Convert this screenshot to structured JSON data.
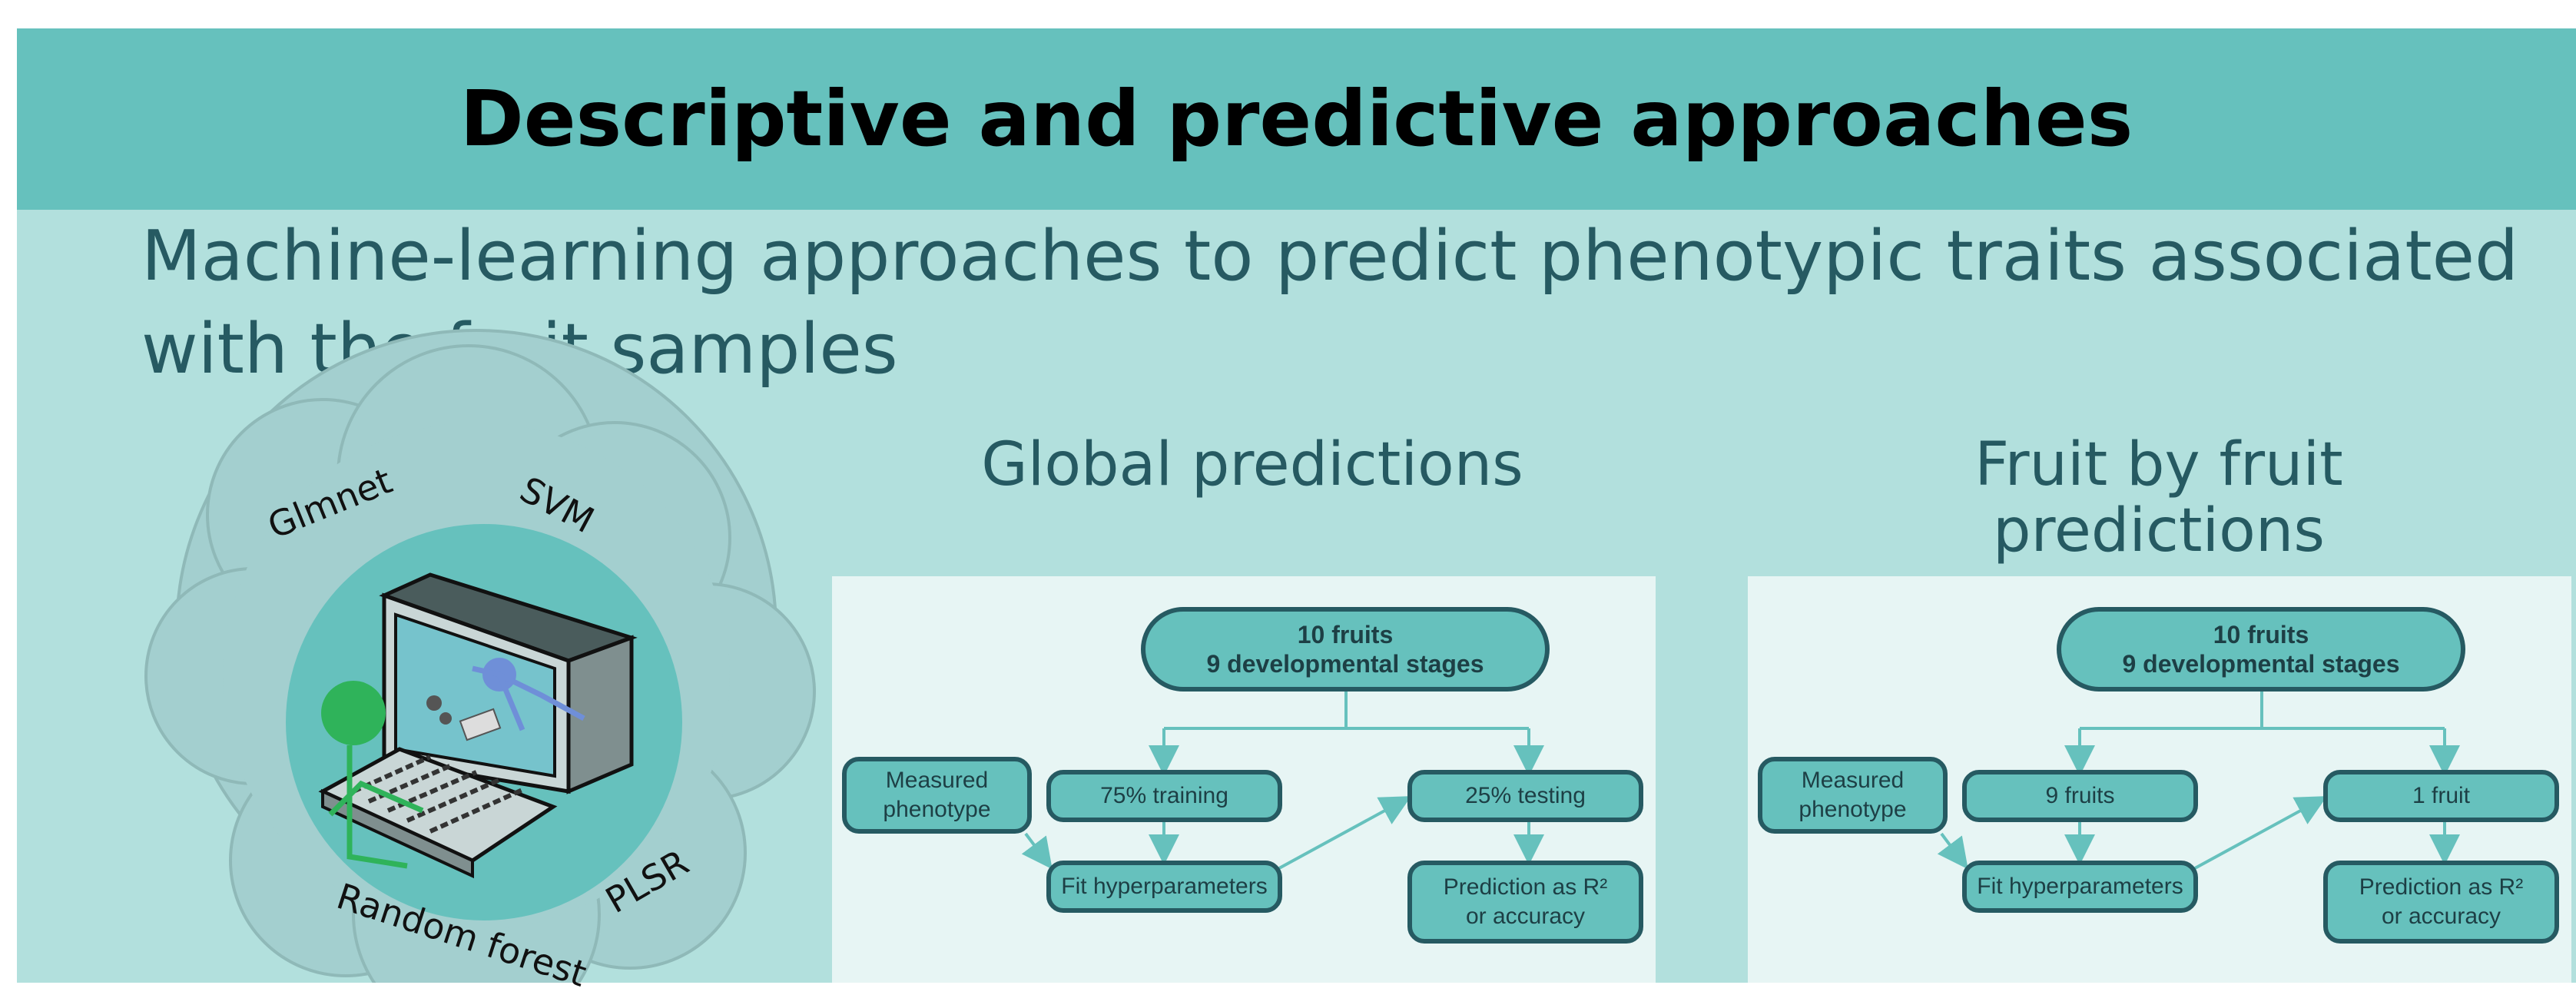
{
  "header": {
    "title": "Descriptive and predictive approaches"
  },
  "subtitle": "Machine-learning approaches to predict phenotypic traits associated with the fruit samples",
  "methods": {
    "glmnet": "Glmnet",
    "svm": "SVM",
    "plsr": "PLSR",
    "random_forest": "Random forest"
  },
  "global": {
    "title": "Global predictions",
    "top": "10 fruits\n9 developmental stages",
    "measured": "Measured\nphenotype",
    "training": "75% training",
    "testing": "25% testing",
    "fit": "Fit hyperparameters",
    "prediction": "Prediction as R²\nor accuracy"
  },
  "fruit": {
    "title": "Fruit by fruit\npredictions",
    "top": "10 fruits\n9 developmental stages",
    "measured": "Measured\nphenotype",
    "training": "9 fruits",
    "testing": "1 fruit",
    "fit": "Fit hyperparameters",
    "prediction": "Prediction as R²\nor accuracy"
  },
  "colors": {
    "banner": "#66c1bd",
    "panel": "#b2e0dd",
    "title_text": "#265a62",
    "node_fill": "#66c1bd",
    "node_border": "#265a62"
  }
}
